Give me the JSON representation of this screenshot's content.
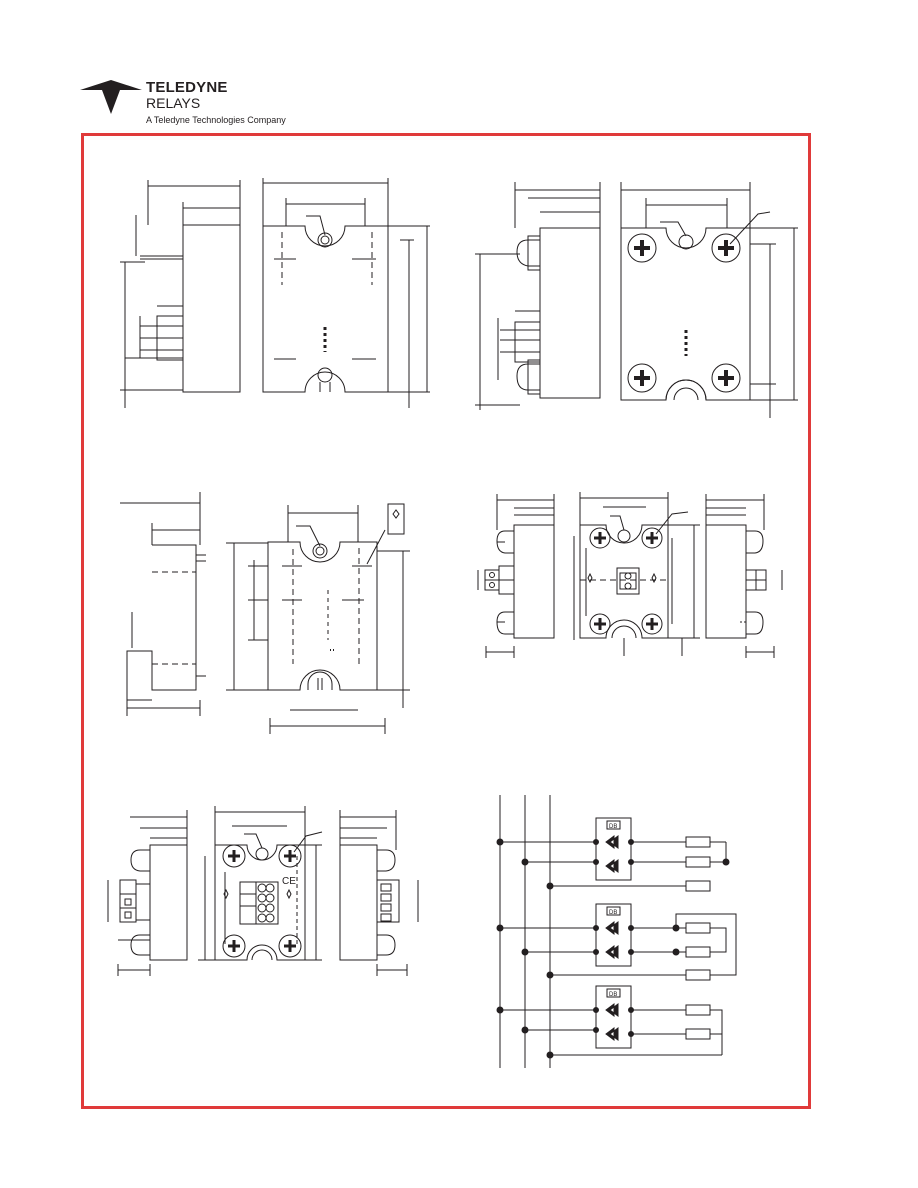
{
  "header": {
    "brand_line1": "TELEDYNE",
    "brand_line2": "RELAYS",
    "tagline": "A Teledyne Technologies Company"
  },
  "colors": {
    "frame_border": "#e03a3a",
    "ink": "#231f20"
  },
  "terminal_labels": {
    "ce_mark": "CE",
    "module_marks": [
      "DB",
      "DB",
      "DB"
    ]
  }
}
